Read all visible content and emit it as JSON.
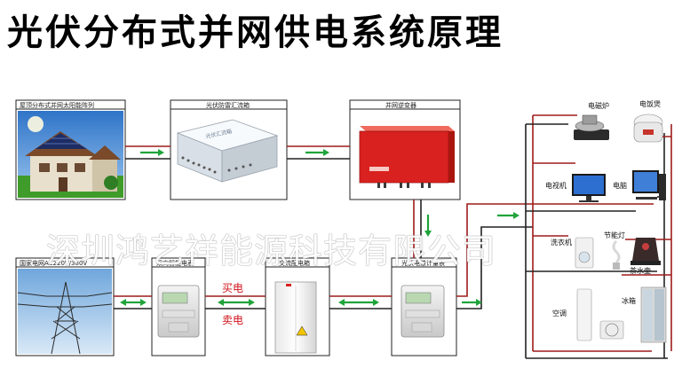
{
  "title": "光伏分布式并网供电系统原理",
  "watermark": "深圳鸿艺祥能源科技有限公司",
  "top_row": {
    "solar_array": "屋顶分布式并网太阳能阵列",
    "combiner_box": "光伏防雷汇流箱",
    "inverter": "并网逆变器"
  },
  "bottom_row": {
    "grid": "国家电网AC220V/380V",
    "bidirectional_meter": "双向智能电表",
    "ac_distribution": "交流配电箱",
    "pv_meter": "光伏电量计量表"
  },
  "flow_labels": {
    "buy": "买电",
    "sell": "卖电"
  },
  "appliances": {
    "induction_cooker": "电磁炉",
    "rice_cooker": "电饭煲",
    "tv": "电视机",
    "computer": "电脑",
    "washer": "洗衣机",
    "energy_lamp": "节能灯",
    "kettle": "茶水壶",
    "air_conditioner": "空调",
    "fridge": "冰箱"
  },
  "colors": {
    "line_red": "#9e1b1b",
    "line_dark": "#222222",
    "arrow_green": "#1fa43a",
    "inverter_red": "#d9211f"
  }
}
